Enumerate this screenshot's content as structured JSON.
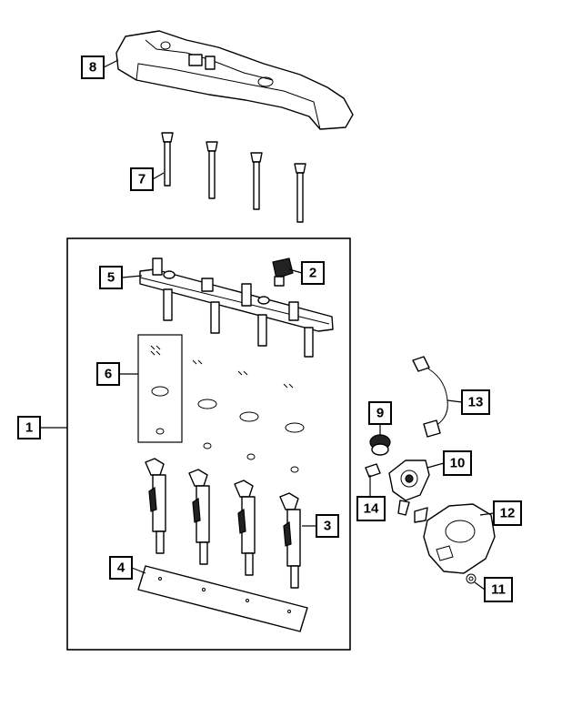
{
  "callouts": [
    "1",
    "2",
    "3",
    "4",
    "5",
    "6",
    "7",
    "8",
    "9",
    "10",
    "11",
    "12",
    "13",
    "14"
  ],
  "colors": {
    "line": "#000000",
    "background": "#ffffff"
  }
}
